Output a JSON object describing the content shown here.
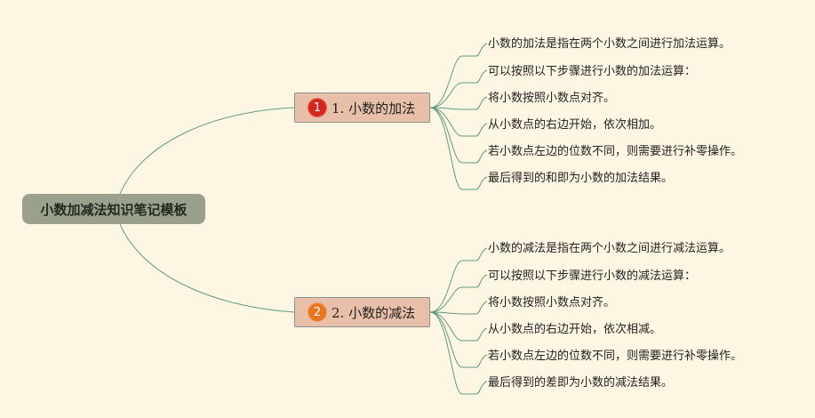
{
  "root": {
    "label": "小数加减法知识笔记模板"
  },
  "colors": {
    "background": "#fdf6e3",
    "root_fill": "#9ba08d",
    "topic_fill": "#e8bfa8",
    "line": "#5e9a82"
  },
  "topics": [
    {
      "marker": "1",
      "marker_color": "#d7261b",
      "label": "1. 小数的加法",
      "items": [
        "小数的加法是指在两个小数之间进行加法运算。",
        "可以按照以下步骤进行小数的加法运算：",
        "将小数按照小数点对齐。",
        "从小数点的右边开始，依次相加。",
        "若小数点左边的位数不同，则需要进行补零操作。",
        "最后得到的和即为小数的加法结果。"
      ]
    },
    {
      "marker": "2",
      "marker_color": "#e8751f",
      "label": "2. 小数的减法",
      "items": [
        "小数的减法是指在两个小数之间进行减法运算。",
        "可以按照以下步骤进行小数的减法运算：",
        "将小数按照小数点对齐。",
        "从小数点的右边开始，依次相减。",
        "若小数点左边的位数不同，则需要进行补零操作。",
        "最后得到的差即为小数的减法结果。"
      ]
    }
  ]
}
